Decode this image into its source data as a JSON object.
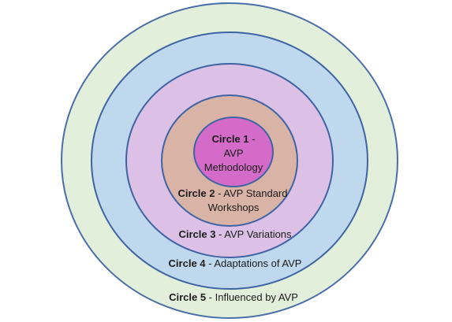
{
  "diagram": {
    "circles": [
      {
        "id": "circle-5",
        "bold": "Circle 5",
        "rest": " - Influenced by AVP",
        "fill": "#e2efda",
        "stroke": "#4a6ea8"
      },
      {
        "id": "circle-4",
        "bold": "Circle 4",
        "rest": " - Adaptations of AVP",
        "fill": "#c0d8ee",
        "stroke": "#3f64a3"
      },
      {
        "id": "circle-3",
        "bold": "Circle 3",
        "rest": " - AVP Variations",
        "fill": "#dcc0e6",
        "stroke": "#3f64a3"
      },
      {
        "id": "circle-2",
        "bold": "Circle 2",
        "rest": " - AVP Standard",
        "rest_line2": "Workshops",
        "fill": "#d9b3a6",
        "stroke": "#3f64a3"
      },
      {
        "id": "circle-1",
        "bold": "Circle 1",
        "rest": " -",
        "rest_line2": "AVP",
        "rest_line3": "Methodology",
        "fill": "#d56bc9",
        "stroke": "#3f64a3"
      }
    ]
  }
}
